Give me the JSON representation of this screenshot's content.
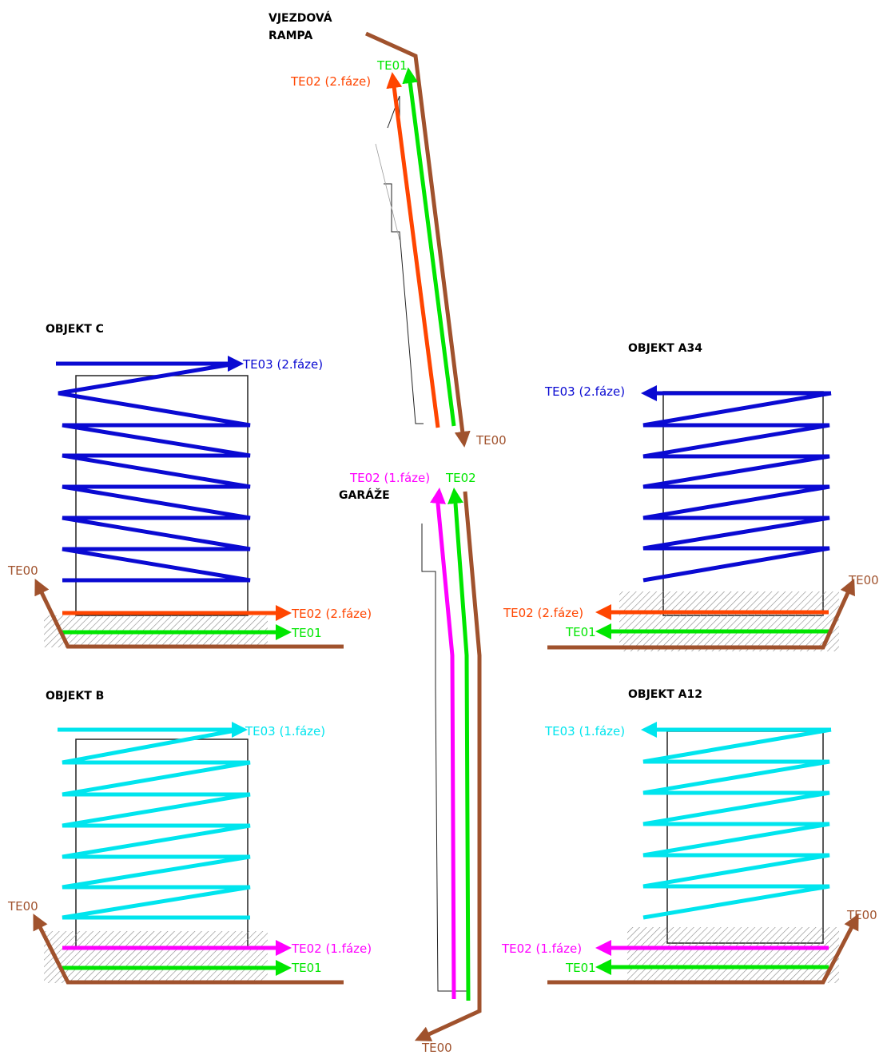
{
  "colors": {
    "te00": "#a0522d",
    "te01": "#00e600",
    "te02_phase2": "#ff4500",
    "te02_phase1": "#ff00ff",
    "te03_phase2": "#0a0ad2",
    "te03_phase1": "#00e5ee"
  },
  "icons": {
    "arrow": "arrowhead",
    "building": "building-section"
  },
  "titles": {
    "ramp_line1": "VJEZDOVÁ",
    "ramp_line2": "RAMPA",
    "garage": "GARÁŽE",
    "obj_c": "OBJEKT C",
    "obj_b": "OBJEKT B",
    "obj_a34": "OBJEKT A34",
    "obj_a12": "OBJEKT A12"
  },
  "labels": {
    "ramp_te01": "TE01",
    "ramp_te02": "TE02 (2.fáze)",
    "ramp_te00": "TE00",
    "gar_te02_f1": "TE02 (1.fáze)",
    "gar_te02": "TE02",
    "gar_te00": "TE00",
    "c_te03": "TE03 (2.fáze)",
    "c_te02": "TE02 (2.fáze)",
    "c_te01": "TE01",
    "c_te00": "TE00",
    "b_te03": "TE03 (1.fáze)",
    "b_te02": "TE02 (1.fáze)",
    "b_te01": "TE01",
    "b_te00": "TE00",
    "a34_te03": "TE03 (2.fáze)",
    "a34_te02": "TE02 (2.fáze)",
    "a34_te01": "TE01",
    "a34_te00": "TE00",
    "a12_te03": "TE03 (1.fáze)",
    "a12_te02": "TE02 (1.fáze)",
    "a12_te01": "TE01",
    "a12_te00": "TE00"
  }
}
